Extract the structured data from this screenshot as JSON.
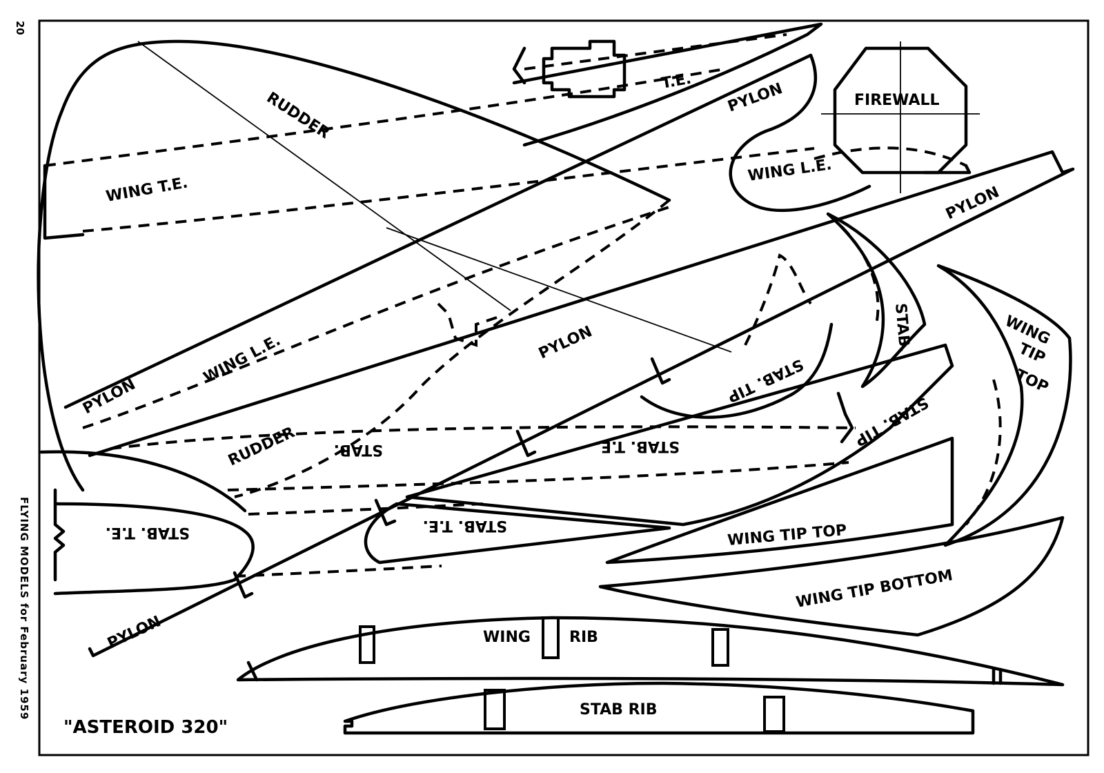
{
  "page_number": "20",
  "side_caption": "FLYING MODELS for February 1959",
  "title": "\"ASTEROID 320\"",
  "labels": {
    "rudder_top": "RUDDER",
    "te_top": "T.E.",
    "pylon_top": "PYLON",
    "firewall": "FIREWALL",
    "wing_le_top": "WING L.E.",
    "wing_te": "WING T.E.",
    "pylon_right": "PYLON",
    "stab_right": "STAB.",
    "wing_tip_top_right": "WING TIP TOP",
    "stab_tip_mid": "STAB. TIP",
    "pylon_mid": "PYLON",
    "wing_le_mid": "WING L.E.",
    "pylon_left": "PYLON",
    "rudder_mid": "RUDDER",
    "stab_mid": "STAB.",
    "stab_te_mid": "STAB. T.E.",
    "stab_tip_right": "STAB. TIP",
    "stab_te_left": "STAB. T.E.",
    "stab_te_center": "STAB. T.E.",
    "wing_tip_top_bottom": "WING TIP  TOP",
    "wing_tip_bottom": "WING TIP BOTTOM",
    "pylon_bottom": "PYLON",
    "wing_rib_left": "WING",
    "wing_rib_right": "RIB",
    "stab_rib": "STAB RIB"
  }
}
